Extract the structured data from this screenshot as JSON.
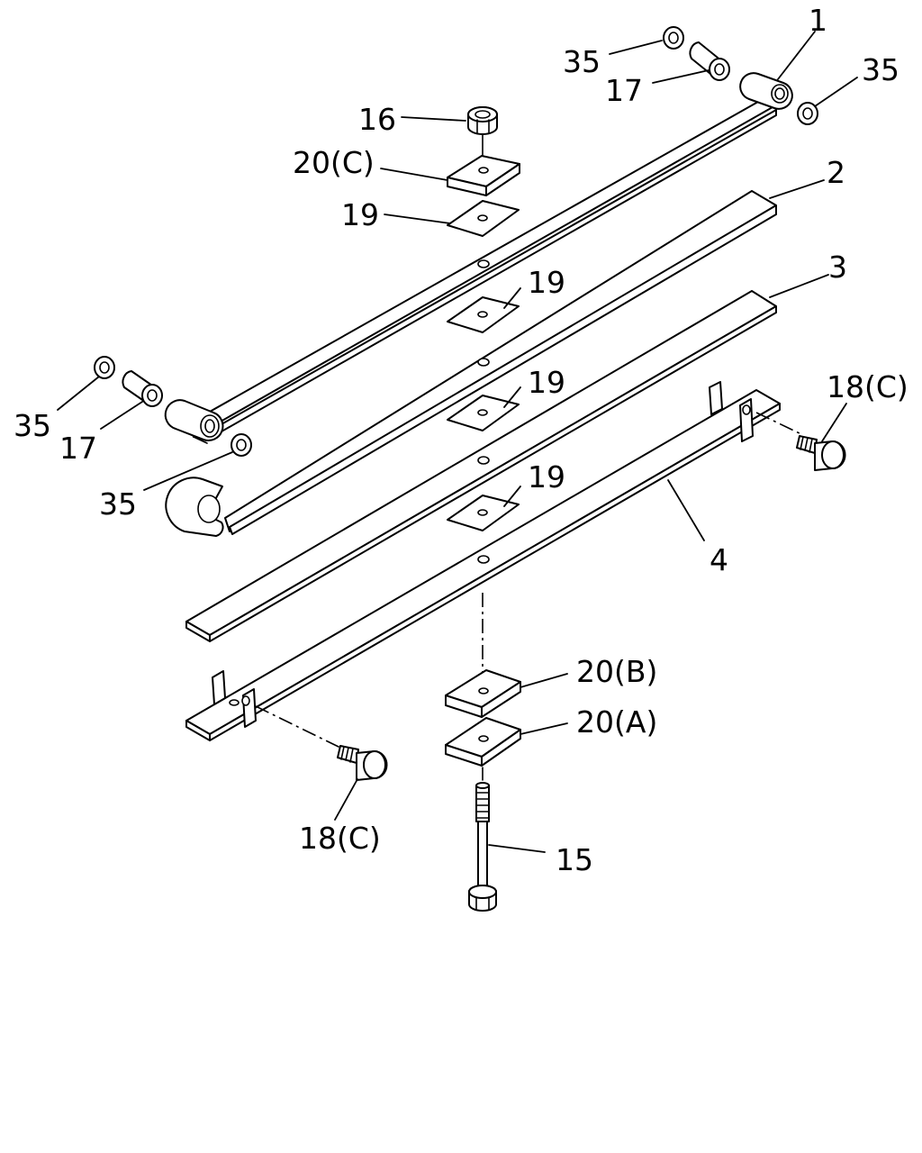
{
  "diagram": {
    "colors": {
      "ink": "#000000",
      "paper": "#ffffff"
    },
    "labels": {
      "leaf_1": "1",
      "leaf_2": "2",
      "leaf_3": "3",
      "leaf_4": "4",
      "bolt_15": "15",
      "nut_16": "16",
      "bushing_17_top": "17",
      "bushing_17_left": "17",
      "clip_bolt_18_right": "18(C)",
      "clip_bolt_18_left": "18(C)",
      "pad_19_top": "19",
      "pad_19_a": "19",
      "pad_19_b": "19",
      "pad_19_c": "19",
      "plate_20c": "20(C)",
      "plate_20b": "20(B)",
      "plate_20a": "20(A)",
      "washer_35_top_left": "35",
      "washer_35_top_right": "35",
      "washer_35_left": "35",
      "washer_35_bottom": "35"
    }
  }
}
